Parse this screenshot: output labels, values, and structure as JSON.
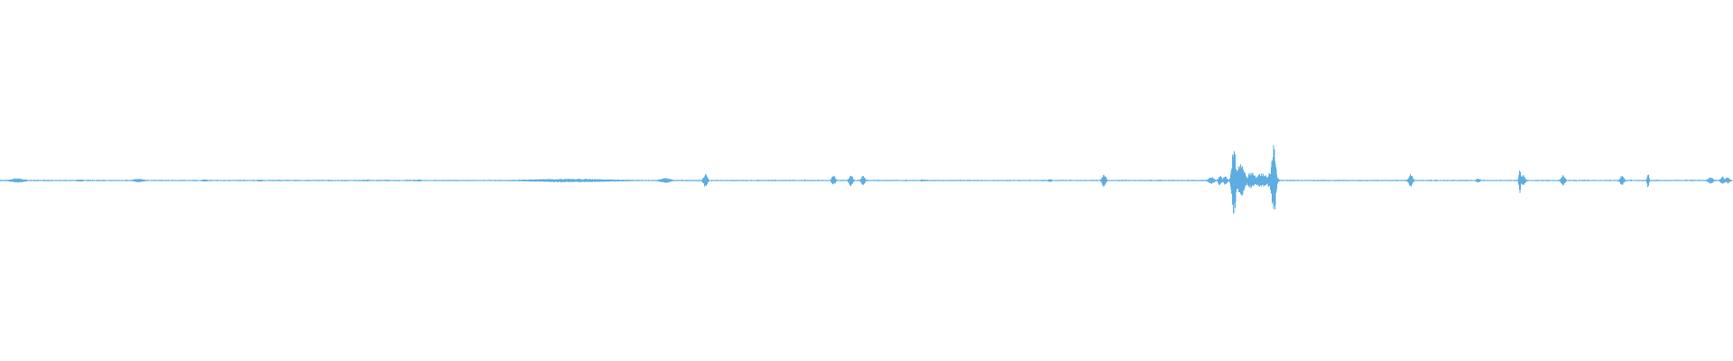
{
  "waveform": {
    "color": "#5dade2",
    "background": "#ffffff",
    "baseline_amplitude": 0.004,
    "bursts": [
      {
        "t": 0.01,
        "amp": 0.012,
        "width": 0.008
      },
      {
        "t": 0.046,
        "amp": 0.006,
        "width": 0.004
      },
      {
        "t": 0.08,
        "amp": 0.01,
        "width": 0.006
      },
      {
        "t": 0.118,
        "amp": 0.006,
        "width": 0.004
      },
      {
        "t": 0.15,
        "amp": 0.006,
        "width": 0.004
      },
      {
        "t": 0.212,
        "amp": 0.005,
        "width": 0.003
      },
      {
        "t": 0.242,
        "amp": 0.006,
        "width": 0.003
      },
      {
        "t": 0.33,
        "amp": 0.01,
        "width": 0.05
      },
      {
        "t": 0.384,
        "amp": 0.014,
        "width": 0.006
      },
      {
        "t": 0.407,
        "amp": 0.04,
        "width": 0.002
      },
      {
        "t": 0.481,
        "amp": 0.028,
        "width": 0.002
      },
      {
        "t": 0.491,
        "amp": 0.034,
        "width": 0.002
      },
      {
        "t": 0.498,
        "amp": 0.026,
        "width": 0.002
      },
      {
        "t": 0.532,
        "amp": 0.006,
        "width": 0.002
      },
      {
        "t": 0.606,
        "amp": 0.01,
        "width": 0.002
      },
      {
        "t": 0.637,
        "amp": 0.036,
        "width": 0.002
      },
      {
        "t": 0.699,
        "amp": 0.02,
        "width": 0.003
      },
      {
        "t": 0.704,
        "amp": 0.028,
        "width": 0.002
      },
      {
        "t": 0.707,
        "amp": 0.026,
        "width": 0.002
      },
      {
        "t": 0.712,
        "amp": 0.21,
        "width": 0.002
      },
      {
        "t": 0.716,
        "amp": 0.09,
        "width": 0.004
      },
      {
        "t": 0.722,
        "amp": 0.05,
        "width": 0.004
      },
      {
        "t": 0.728,
        "amp": 0.04,
        "width": 0.006
      },
      {
        "t": 0.734,
        "amp": 0.06,
        "width": 0.004
      },
      {
        "t": 0.735,
        "amp": 0.22,
        "width": 0.002
      },
      {
        "t": 0.77,
        "amp": 0.004,
        "width": 0.002
      },
      {
        "t": 0.814,
        "amp": 0.038,
        "width": 0.002
      },
      {
        "t": 0.853,
        "amp": 0.012,
        "width": 0.002
      },
      {
        "t": 0.877,
        "amp": 0.072,
        "width": 0.001
      },
      {
        "t": 0.879,
        "amp": 0.03,
        "width": 0.002
      },
      {
        "t": 0.902,
        "amp": 0.03,
        "width": 0.002
      },
      {
        "t": 0.936,
        "amp": 0.028,
        "width": 0.002
      },
      {
        "t": 0.951,
        "amp": 0.042,
        "width": 0.001
      },
      {
        "t": 0.987,
        "amp": 0.018,
        "width": 0.003
      },
      {
        "t": 0.994,
        "amp": 0.024,
        "width": 0.002
      },
      {
        "t": 0.997,
        "amp": 0.02,
        "width": 0.002
      }
    ]
  }
}
